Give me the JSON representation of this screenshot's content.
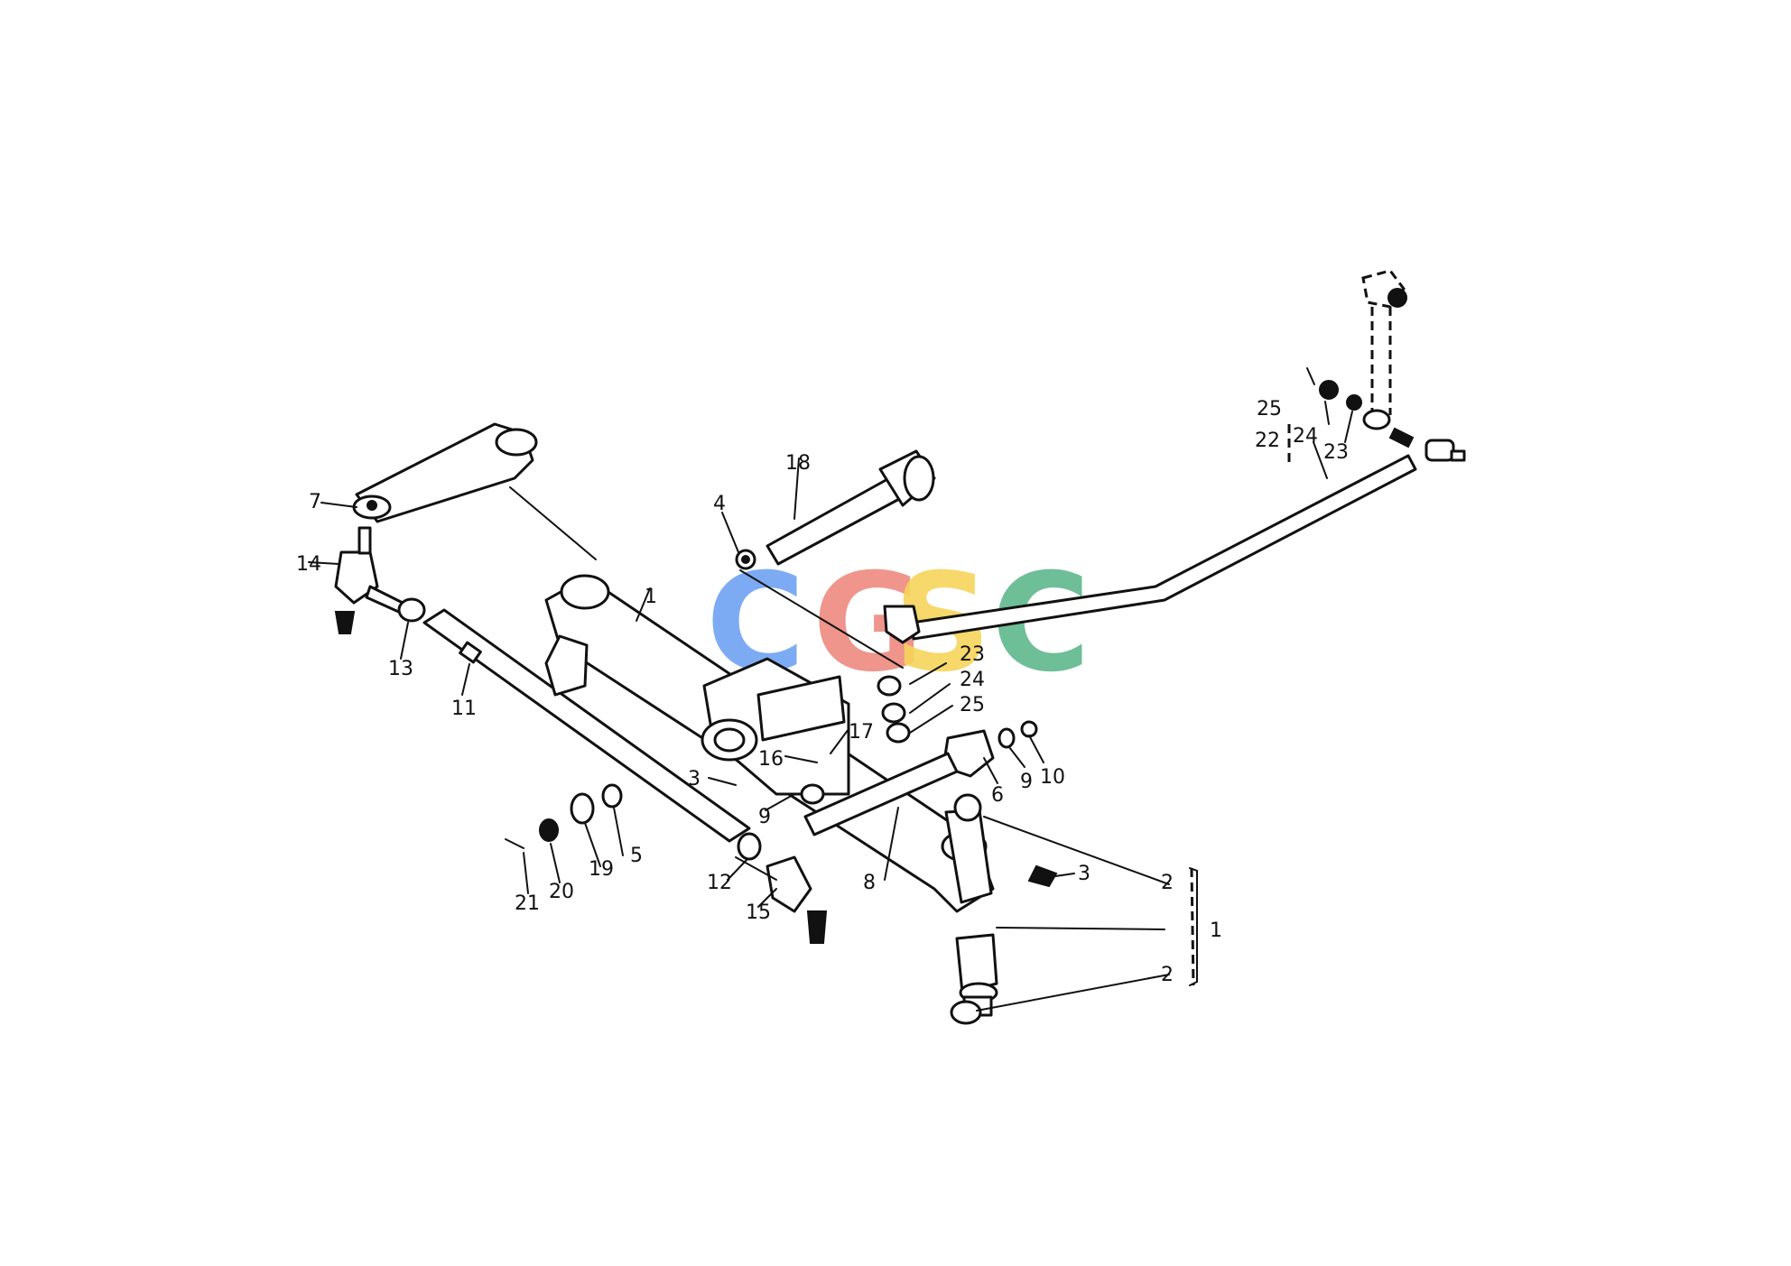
{
  "watermark": {
    "letters": [
      {
        "char": "C",
        "color": "#6fa2f2"
      },
      {
        "char": "G",
        "color": "#ee8a7f"
      },
      {
        "char": "S",
        "color": "#f7d45a"
      },
      {
        "char": "C",
        "color": "#5fb88c"
      }
    ]
  },
  "callouts": [
    "1",
    "1",
    "2",
    "2",
    "3",
    "3",
    "4",
    "5",
    "6",
    "7",
    "8",
    "9",
    "9",
    "10",
    "11",
    "12",
    "13",
    "14",
    "15",
    "16",
    "17",
    "18",
    "19",
    "20",
    "21",
    "22",
    "23",
    "23",
    "24",
    "24",
    "25",
    "25"
  ]
}
